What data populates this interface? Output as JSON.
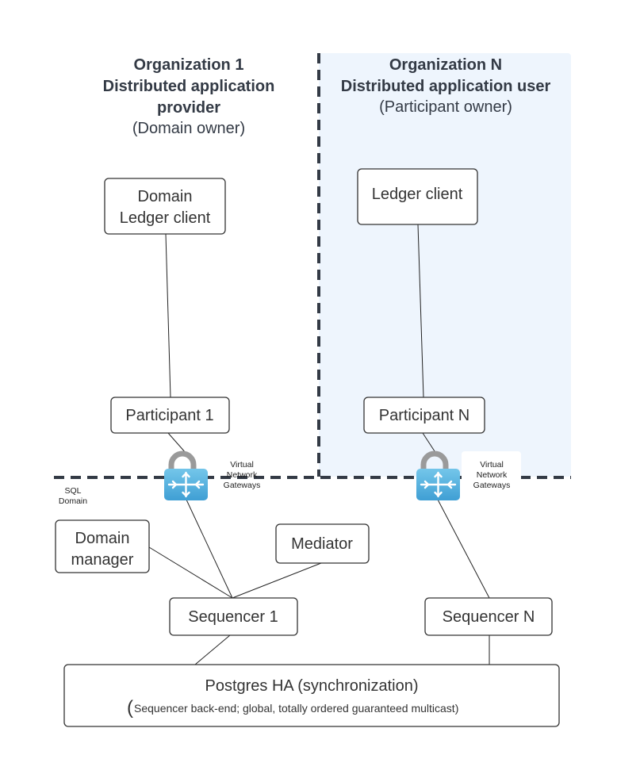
{
  "org1": {
    "title_line1": "Organization 1",
    "title_line2": "Distributed application",
    "title_line3": "provider",
    "role": "(Domain owner)"
  },
  "orgN": {
    "title_line1": "Organization N",
    "title_line2": "Distributed application user",
    "role": "(Participant owner)"
  },
  "nodes": {
    "domain_ledger_client_line1": "Domain",
    "domain_ledger_client_line2": "Ledger client",
    "ledger_client": "Ledger client",
    "participant_1": "Participant 1",
    "participant_n": "Participant N",
    "domain_manager_line1": "Domain",
    "domain_manager_line2": "manager",
    "mediator": "Mediator",
    "sequencer_1": "Sequencer 1",
    "sequencer_n": "Sequencer N"
  },
  "gateway": {
    "label_line1": "Virtual",
    "label_line2": "Network",
    "label_line3": "Gateways",
    "icon": "virtual-network-gateway-icon",
    "lock_color": "#999999",
    "body_color": "#5ab4e0"
  },
  "sql_domain": {
    "line1": "SQL",
    "line2": "Domain"
  },
  "postgres": {
    "title": "Postgres HA (synchronization)",
    "paren": "(",
    "subtitle": "Sequencer back-end; global, totally ordered guaranteed multicast)"
  },
  "colors": {
    "participant_zone_fill": "#eef5fd",
    "dashed_border": "#333a45"
  }
}
